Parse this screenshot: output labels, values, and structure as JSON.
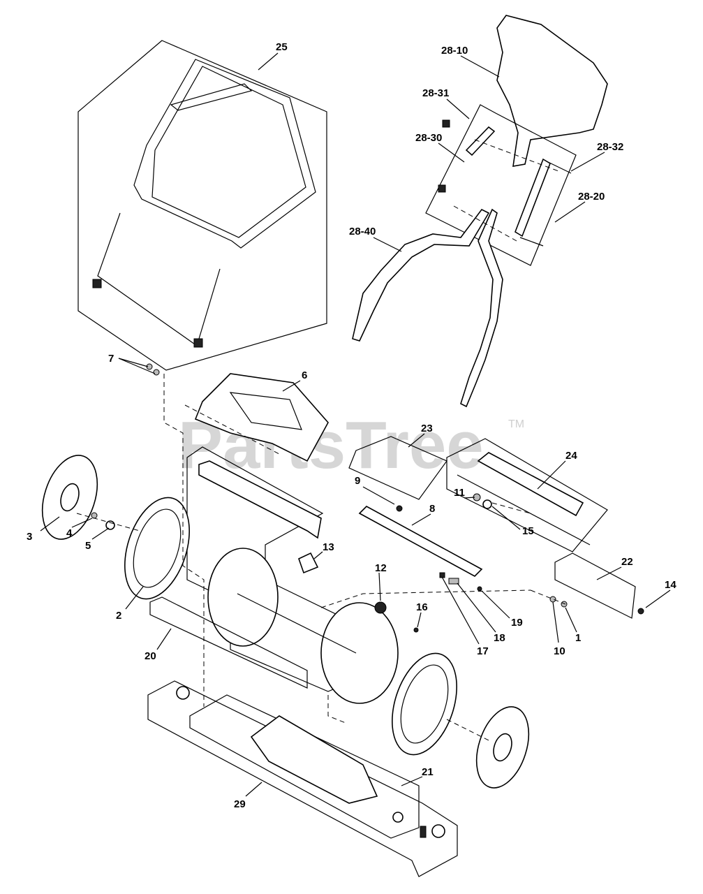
{
  "watermark": {
    "text": "PartsTree",
    "trademark": "TM"
  },
  "callouts": [
    {
      "id": "25",
      "text": "25"
    },
    {
      "id": "28-10",
      "text": "28-10"
    },
    {
      "id": "28-31",
      "text": "28-31"
    },
    {
      "id": "28-30",
      "text": "28-30"
    },
    {
      "id": "28-32",
      "text": "28-32"
    },
    {
      "id": "28-20",
      "text": "28-20"
    },
    {
      "id": "28-40",
      "text": "28-40"
    },
    {
      "id": "7",
      "text": "7"
    },
    {
      "id": "6",
      "text": "6"
    },
    {
      "id": "23",
      "text": "23"
    },
    {
      "id": "24",
      "text": "24"
    },
    {
      "id": "9",
      "text": "9"
    },
    {
      "id": "8",
      "text": "8"
    },
    {
      "id": "11",
      "text": "11"
    },
    {
      "id": "15",
      "text": "15"
    },
    {
      "id": "13",
      "text": "13"
    },
    {
      "id": "12",
      "text": "12"
    },
    {
      "id": "22",
      "text": "22"
    },
    {
      "id": "14",
      "text": "14"
    },
    {
      "id": "3",
      "text": "3"
    },
    {
      "id": "4",
      "text": "4"
    },
    {
      "id": "5",
      "text": "5"
    },
    {
      "id": "2",
      "text": "2"
    },
    {
      "id": "16",
      "text": "16"
    },
    {
      "id": "19",
      "text": "19"
    },
    {
      "id": "1",
      "text": "1"
    },
    {
      "id": "10",
      "text": "10"
    },
    {
      "id": "18",
      "text": "18"
    },
    {
      "id": "17",
      "text": "17"
    },
    {
      "id": "20",
      "text": "20"
    },
    {
      "id": "21",
      "text": "21"
    },
    {
      "id": "29",
      "text": "29"
    }
  ]
}
